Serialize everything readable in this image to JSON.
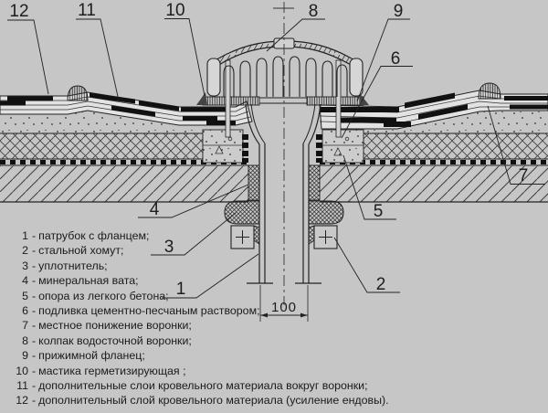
{
  "colors": {
    "background": "#c6c6c6",
    "line": "#222222",
    "black_fill": "#111111",
    "band_fill": "#e2e2e2"
  },
  "callouts": {
    "c1": "1",
    "c2": "2",
    "c3": "3",
    "c4": "4",
    "c5": "5",
    "c6": "6",
    "c7": "7",
    "c8": "8",
    "c9": "9",
    "c10": "10",
    "c11": "11",
    "c12": "12"
  },
  "dimension": {
    "width_label": "100"
  },
  "legend": {
    "items": [
      {
        "n": "1",
        "t": "патрубок с фланцем;"
      },
      {
        "n": "2",
        "t": "стальной хомут;"
      },
      {
        "n": "3",
        "t": "уплотнитель;"
      },
      {
        "n": "4",
        "t": "минеральная вата;"
      },
      {
        "n": "5",
        "t": "опора из легкого бетона;"
      },
      {
        "n": "6",
        "t": "подливка цементно-песчаным раствором;"
      },
      {
        "n": "7",
        "t": "местное понижение воронки;"
      },
      {
        "n": "8",
        "t": "колпак водосточной воронки;"
      },
      {
        "n": "9",
        "t": "прижимной фланец;"
      },
      {
        "n": "10",
        "t": "мастика герметизирующая ;"
      },
      {
        "n": "11",
        "t": "дополнительные слои кровельного материала вокруг воронки;"
      },
      {
        "n": "12",
        "t": "дополнительный слой кровельного  материала (усиление ендовы)."
      }
    ]
  }
}
